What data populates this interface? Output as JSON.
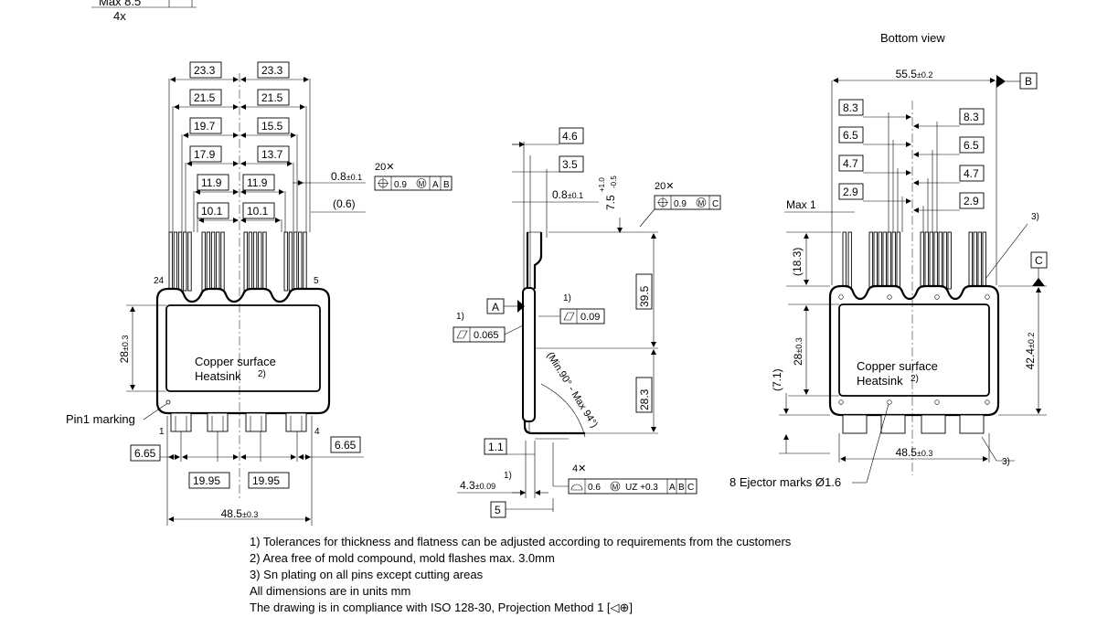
{
  "top_fragment": {
    "max": "Max 8.5",
    "count": "4x"
  },
  "bottom_view_label": "Bottom view",
  "front": {
    "dims_pairs": [
      [
        "23.3",
        "23.3"
      ],
      [
        "21.5",
        "21.5"
      ],
      [
        "19.7",
        "15.5"
      ],
      [
        "17.9",
        "13.7"
      ],
      [
        "11.9",
        "11.9"
      ],
      [
        "10.1",
        "10.1"
      ]
    ],
    "pin_thk": "0.8",
    "pin_thk_tol": "±0.1",
    "pin_gap": "(0.6)",
    "gdt": {
      "qty": "20✕",
      "value": "0.9",
      "mod": "M",
      "refs": [
        "A",
        "B"
      ]
    },
    "pin_24": "24",
    "pin_5": "5",
    "pin_1": "1",
    "pin_4": "4",
    "height": "28",
    "height_tol": "±0.3",
    "surface_line1": "Copper surface",
    "surface_line2": "Heatsink",
    "note2_ref": "2)",
    "pin1_marking": "Pin1 marking",
    "d_665_left": "6.65",
    "d_665_right": "6.65",
    "d_1995_left": "19.95",
    "d_1995_right": "19.95",
    "width": "48.5",
    "width_tol": "±0.3"
  },
  "side": {
    "d_46": "4.6",
    "d_35": "3.5",
    "d_08": "0.8",
    "d_08_tol": "±0.1",
    "d_75": "7.5",
    "d_75_tol_up": "+1.0",
    "d_75_tol_dn": "-0.5",
    "gdt": {
      "qty": "20✕",
      "value": "0.9",
      "mod": "M",
      "refs": [
        "C"
      ]
    },
    "datum_a": "A",
    "note1a": "1)",
    "flat_value": "0.09",
    "note1b": "1)",
    "flat_value_left": "0.065",
    "d_395": "39.5",
    "angle_text": "(Min.90° - Max 94°)",
    "d_283": "28.3",
    "d_11": "1.1",
    "gdt_profile": {
      "qty": "4✕",
      "value": "0.6",
      "mod": "M",
      "extra": "UZ +0.3",
      "refs": [
        "A",
        "B",
        "C"
      ]
    },
    "d_43": "4.3",
    "d_43_tol": "±0.09",
    "note1c": "1)",
    "d_5": "5"
  },
  "bottom": {
    "width": "55.5",
    "width_tol": "±0.2",
    "datum_b": "B",
    "left_dims": [
      "8.3",
      "6.5",
      "4.7",
      "2.9"
    ],
    "right_dims": [
      "8.3",
      "6.5",
      "4.7",
      "2.9"
    ],
    "max1": "Max 1",
    "note3_top": "3)",
    "d_183": "(18.3)",
    "datum_c": "C",
    "height": "28",
    "height_tol": "±0.3",
    "d_71": "(7.1)",
    "total_h": "42.4",
    "total_h_tol": "±0.2",
    "surface_line1": "Copper surface",
    "surface_line2": "Heatsink",
    "note2_ref": "2)",
    "width2": "48.5",
    "width2_tol": "±0.3",
    "note3_bottom": "3)",
    "ejector": "8 Ejector marks Ø1.6"
  },
  "notes": [
    "1) Tolerances for thickness and flatness can be adjusted according to requirements from the customers",
    "2) Area free of mold compound, mold flashes max. 3.0mm",
    "3) Sn plating on all pins except cutting areas",
    "All dimensions are in units mm",
    "The drawing is in compliance with ISO 128-30, Projection Method 1 [◁⊕]"
  ]
}
